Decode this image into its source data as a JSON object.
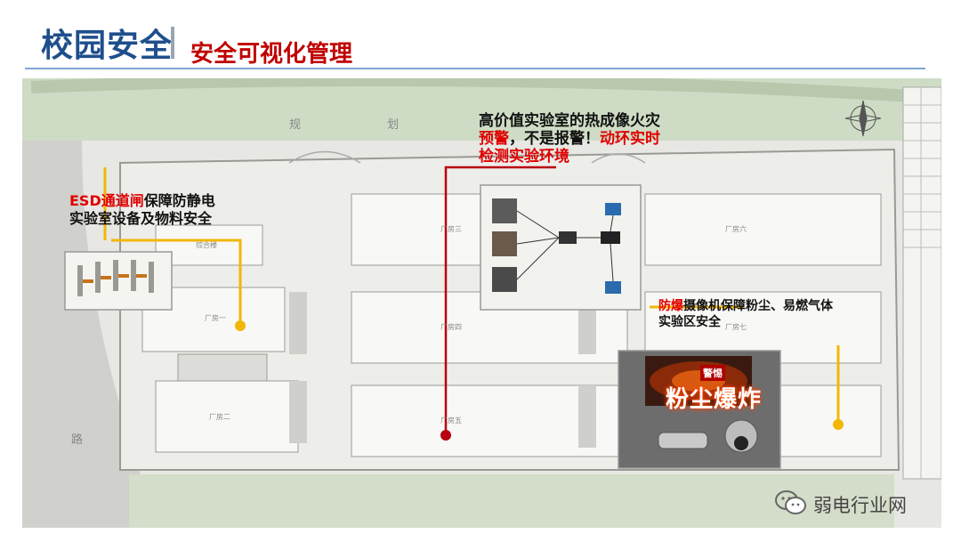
{
  "header": {
    "title": "校园安全",
    "subtitle": "安全可视化管理"
  },
  "map": {
    "road_labels": [
      "规",
      "划",
      "路"
    ],
    "building_labels": [
      "厂房一",
      "厂房二",
      "厂房三",
      "厂房四",
      "厂房五",
      "厂房六",
      "厂房七",
      "综合楼"
    ]
  },
  "callouts": {
    "thermal": {
      "line1": "高价值实验室的热成像火灾",
      "line2_red_a": "预警",
      "line2_black": "，不是报警！",
      "line2_red_b": "动环实时",
      "line3_red": "检测实验环境"
    },
    "esd": {
      "red": "ESD通道闸",
      "black": "保障防静电",
      "line2": "实验室设备及物料安全"
    },
    "explosion": {
      "red": "防爆",
      "black": "摄像机保障粉尘、易燃气体",
      "line2": "实验区安全",
      "badge": "警惕",
      "image_text": "粉尘爆炸"
    }
  },
  "watermark": {
    "text": "弱电行业网"
  },
  "colors": {
    "title_blue": "#1f4e8c",
    "subtitle_red": "#c00000",
    "marker_yellow": "#f2b705",
    "marker_red": "#b80010"
  }
}
